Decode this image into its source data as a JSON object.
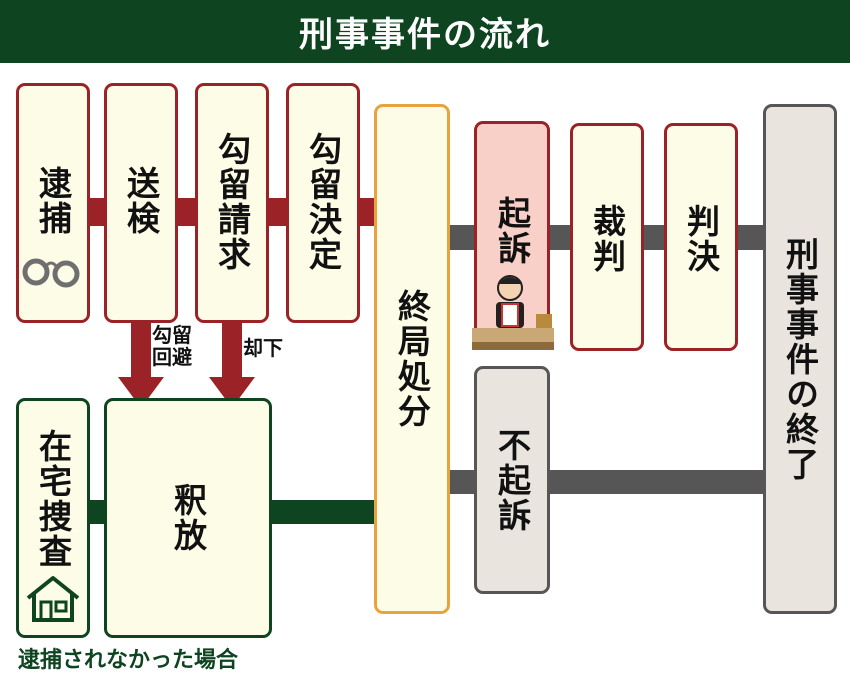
{
  "title": "刑事事件の流れ",
  "boxes": {
    "arrest": "逮捕",
    "referral": "送検",
    "detention_request": "勾留請求",
    "detention_decision": "勾留決定",
    "final_disposition": "終局処分",
    "indictment": "起訴",
    "trial": "裁判",
    "judgment": "判決",
    "end": "刑事事件の終了",
    "home_investigation": "在宅捜査",
    "release": "釈放",
    "non_indictment": "不起訴"
  },
  "arrows": {
    "avoid_detention": "勾留回避",
    "dismissed": "却下"
  },
  "footer": "逮捕されなかった場合",
  "icons": {
    "handcuffs": "handcuffs-icon",
    "house": "house-icon",
    "prosecutor": "prosecutor-illustration"
  },
  "colors": {
    "dark_green": "#0e4420",
    "dark_red": "#9b2226",
    "gray": "#565656",
    "orange": "#e8a33d",
    "cream": "#fdfce6",
    "pink": "#f9d0c8"
  }
}
